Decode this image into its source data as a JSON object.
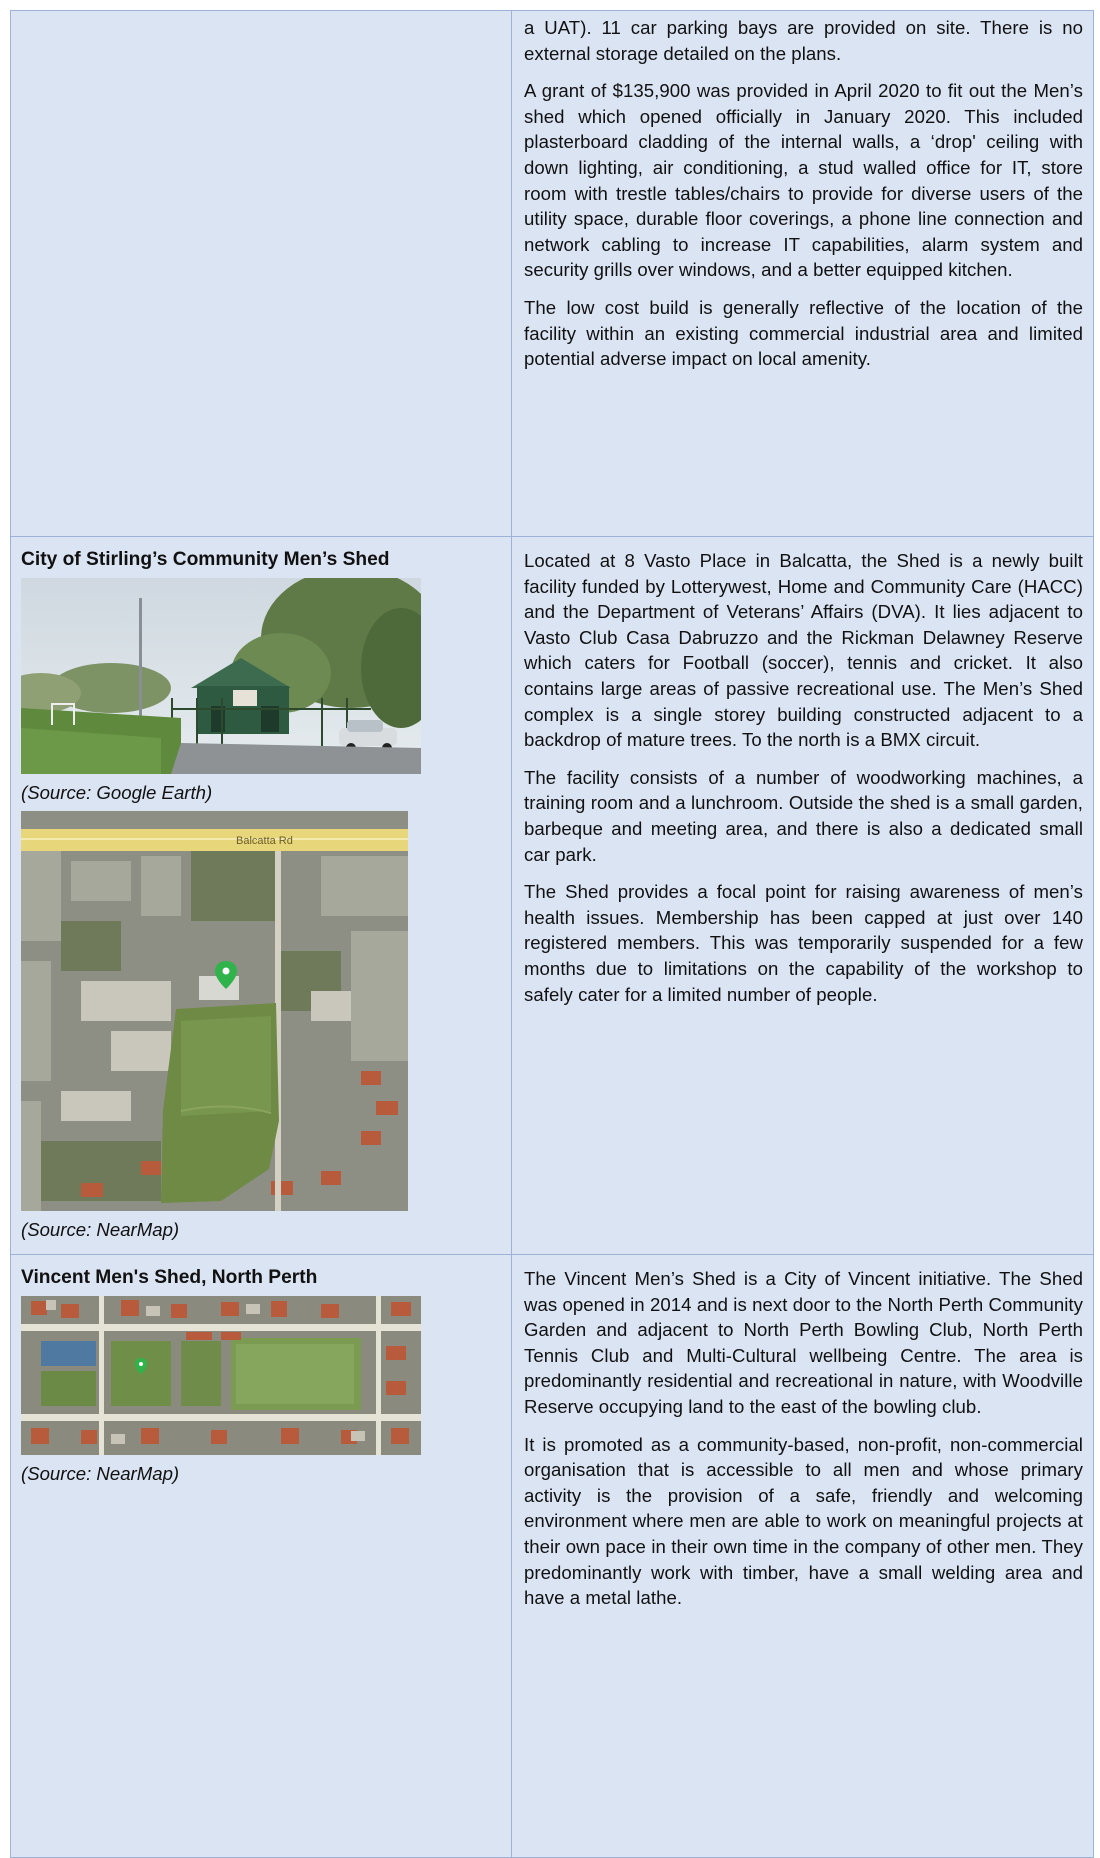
{
  "rows": [
    {
      "left": null,
      "paragraphs": [
        "a UAT). 11 car parking bays are provided on site. There is no external storage detailed on the plans.",
        "A grant of $135,900 was provided in April 2020 to fit out the Men’s shed which opened officially in January 2020. This included plasterboard cladding of the internal walls, a ‘drop' ceiling with down lighting, air conditioning, a stud walled office for IT, store room with trestle tables/chairs to provide for diverse users of the utility space, durable floor coverings, a phone line connection and network cabling to increase IT capabilities, alarm system and security grills over windows, and a better equipped kitchen.",
        "The low cost build is generally reflective of the location of the facility within an existing commercial industrial area and limited potential adverse impact on local amenity."
      ]
    },
    {
      "left": {
        "title": "City of Stirling’s Community Men’s Shed",
        "caption1": "(Source: Google Earth)",
        "map_road_label": "Balcatta Rd",
        "caption2": "(Source: NearMap)"
      },
      "paragraphs": [
        "Located at 8 Vasto Place in Balcatta, the Shed is a newly built facility funded by Lotterywest, Home and Community Care (HACC) and the Department of Veterans’ Affairs (DVA). It lies adjacent to Vasto Club Casa Dabruzzo and the Rickman Delawney Reserve which caters for Football (soccer), tennis and cricket. It also contains large areas of passive recreational use. The Men’s Shed complex is a single storey building constructed adjacent to a backdrop of mature trees. To the north is a BMX circuit.",
        "The facility consists of a number of woodworking machines, a training room and a lunchroom. Outside the shed is a small garden, barbeque and meeting area, and there is also a dedicated small car park.",
        "The Shed provides a focal point for raising awareness of men’s health issues. Membership has been capped at just over 140 registered members. This was temporarily suspended for a few months due to limitations on the capability of the workshop to safely cater for a limited number of people."
      ]
    },
    {
      "left": {
        "title": "Vincent Men's Shed, North Perth",
        "caption1": "(Source: NearMap)"
      },
      "paragraphs": [
        "The Vincent Men’s Shed is a City of Vincent initiative. The Shed was opened in 2014 and is next door to the North Perth Community Garden and adjacent to North Perth Bowling Club, North Perth Tennis Club and Multi-Cultural wellbeing Centre. The area is predominantly residential and recreational in nature, with Woodville Reserve occupying land to the east of the bowling club.",
        "It is promoted as a community-based, non-profit, non-commercial organisation that is accessible to all men and whose primary activity is the provision of a safe, friendly and welcoming environment where men are able to work on meaningful projects at their own pace in their own time in the company of other men. They predominantly work with timber, have a small welding area and have a metal lathe."
      ]
    }
  ],
  "colors": {
    "cell_background": "#dbe4f3",
    "cell_border": "#9db1d9",
    "text": "#111111"
  }
}
